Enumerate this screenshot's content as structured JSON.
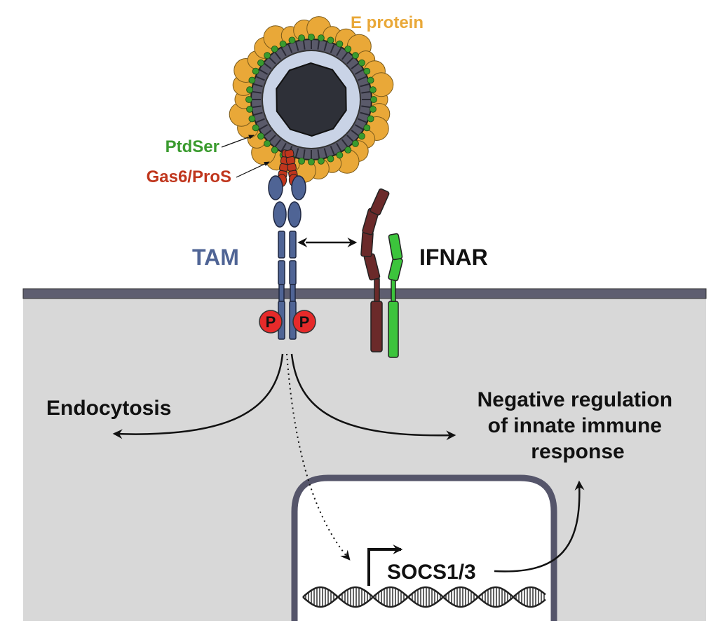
{
  "labels": {
    "e_protein": "E protein",
    "ptdser": "PtdSer",
    "gas6_pros": "Gas6/ProS",
    "tam": "TAM",
    "ifnar": "IFNAR",
    "phospho_1": "P",
    "phospho_2": "P",
    "endocytosis": "Endocytosis",
    "negative_regulation": [
      "Negative regulation",
      "of innate immune",
      "response"
    ],
    "socs": "SOCS1/3"
  },
  "colors": {
    "e_protein": "#e9a838",
    "ptdser": "#3a9b2e",
    "gas6_pros": "#c0361d",
    "tam": "#4f6495",
    "ifnar_chain_1": "#6b2a2a",
    "ifnar_chain_2": "#3cc43c",
    "phospho": "#e62a2a",
    "cell": "#d8d8d8",
    "membrane": "#5e5e70",
    "nucleus_border": "#55556a",
    "text": "#111111"
  }
}
